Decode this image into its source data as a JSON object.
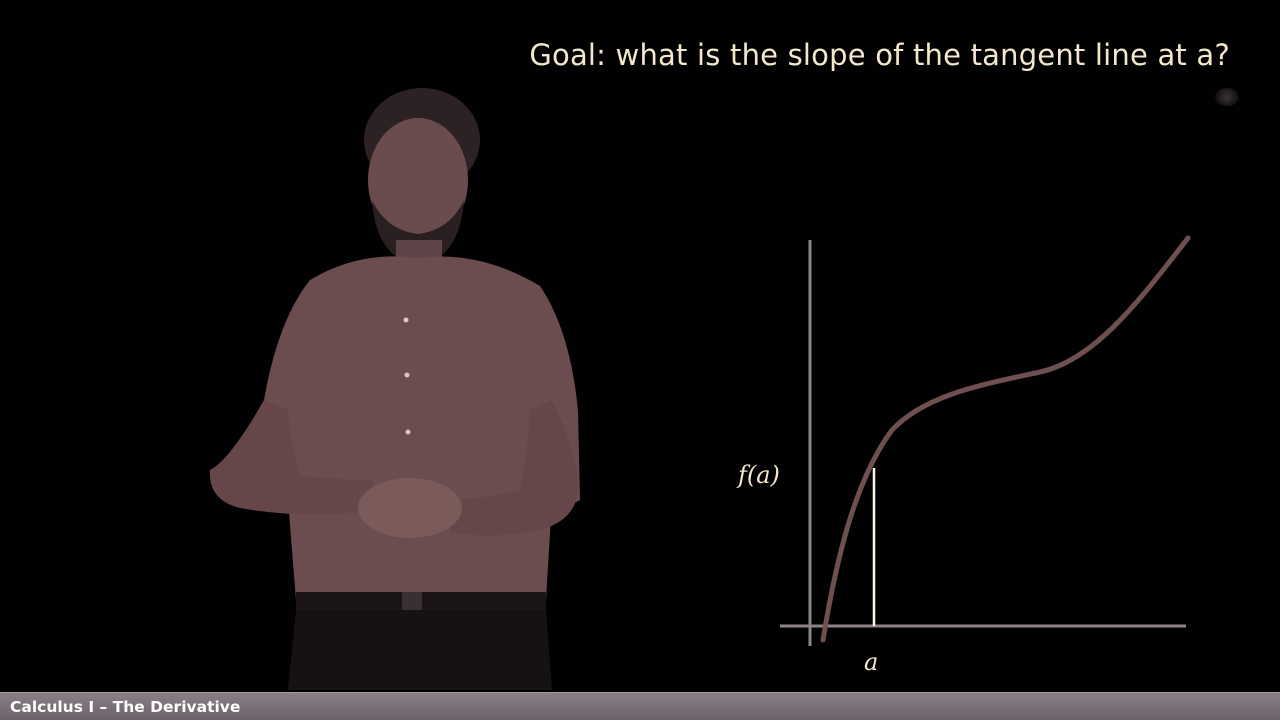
{
  "slide": {
    "title": "Goal: what is the slope of the tangent line at a?",
    "labels": {
      "function_value": "f(a)",
      "point": "a"
    }
  },
  "footer": {
    "course_title": "Calculus I – The Derivative"
  },
  "colors": {
    "background": "#020101",
    "text": "#f3e7cc",
    "curve": "#6f4f4f",
    "axis": "#8c8487",
    "marker_line": "#fff8e6",
    "presenter_shirt": "#6b4d4f",
    "footer_bar": "#7a7077"
  }
}
